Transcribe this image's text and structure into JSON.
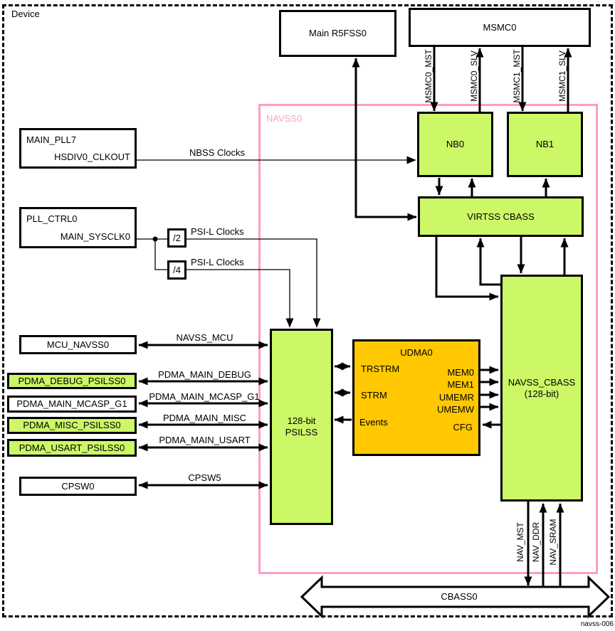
{
  "title": "Device",
  "figure_id": "navss-006",
  "colors": {
    "block_green": "#ccf766",
    "block_orange": "#ffc800",
    "navss_frame_pink": "#ff9cc8"
  },
  "blocks": {
    "main_r5fss0": "Main R5FSS0",
    "msmc0": "MSMC0",
    "main_pll7": {
      "name": "MAIN_PLL7",
      "output": "HSDIV0_CLKOUT"
    },
    "pll_ctrl0": {
      "name": "PLL_CTRL0",
      "output": "MAIN_SYSCLK0"
    },
    "div2": "/2",
    "div4": "/4",
    "mcu_navss0": "MCU_NAVSS0",
    "pdma_debug": "PDMA_DEBUG_PSILSS0",
    "pdma_mcasp": "PDMA_MAIN_MCASP_G1",
    "pdma_misc": "PDMA_MISC_PSILSS0",
    "pdma_usart": "PDMA_USART_PSILSS0",
    "cpsw0": "CPSW0",
    "cbass0": "CBASS0"
  },
  "navss0": {
    "label": "NAVSS0",
    "nb0": "NB0",
    "nb1": "NB1",
    "virtss_cbass": "VIRTSS CBASS",
    "navss_cbass": {
      "line1": "NAVSS_CBASS",
      "line2": "(128-bit)"
    },
    "psilss": {
      "line1": "128-bit",
      "line2": "PSILSS"
    },
    "udma0": {
      "title": "UDMA0",
      "left_ports": [
        "TRSTRM",
        "STRM",
        "Events"
      ],
      "right_ports": [
        "MEM0",
        "MEM1",
        "UMEMR",
        "UMEMW",
        "CFG"
      ]
    }
  },
  "connections": {
    "nbss_clocks": "NBSS Clocks",
    "psil_clocks_div2": "PSI-L Clocks",
    "psil_clocks_div4": "PSI-L Clocks",
    "navss_mcu": "NAVSS_MCU",
    "pdma_main_debug": "PDMA_MAIN_DEBUG",
    "pdma_main_mcasp_g1": "PDMA_MAIN_MCASP_G1",
    "pdma_main_misc": "PDMA_MAIN_MISC",
    "pdma_main_usart": "PDMA_MAIN_USART",
    "cpsw5": "CPSW5",
    "msmc0_mst": "MSMC0_MST",
    "msmc0_slv": "MSMC0_SLV",
    "msmc1_mst": "MSMC1_MST",
    "msmc1_slv": "MSMC1_SLV",
    "nav_mst": "NAV_MST",
    "nav_ddr": "NAV_DDR",
    "nav_sram": "NAV_SRAM"
  }
}
